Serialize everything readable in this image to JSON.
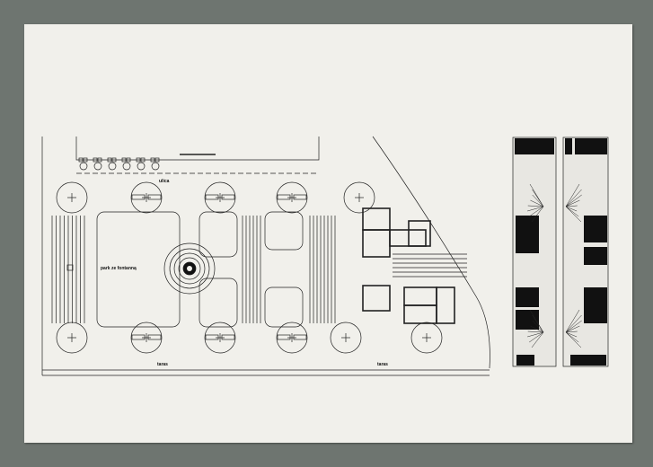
{
  "drawing": {
    "labels": {
      "street": "ulica",
      "park": "park ze fontanną",
      "terrace_left": "taras",
      "terrace_right": "taras"
    },
    "colors": {
      "background": "#6e7570",
      "paper": "#f1f0eb",
      "ink": "#1a1a1a"
    }
  }
}
